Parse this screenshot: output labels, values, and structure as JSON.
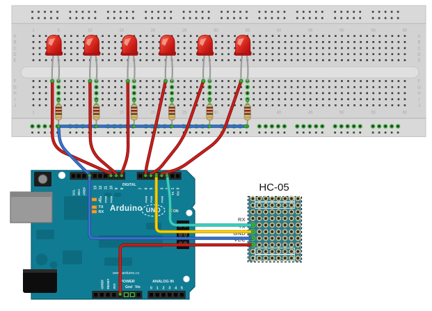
{
  "diagram": {
    "hc05_label": "HC-05"
  },
  "arduino": {
    "brand": "Arduino",
    "model": "UNO",
    "on_label": "ON",
    "digital_label": "DIGITAL",
    "website": "www.arduino.cc",
    "power_label": "POWER",
    "analog_label": "ANALOG IN",
    "status_led_labels": [
      "L",
      "TX",
      "RX"
    ],
    "aux_pins": [
      "SCL",
      "SDA",
      "AREF"
    ],
    "digital_pins_left": [
      "13",
      "12",
      "11",
      "10",
      "9",
      "8"
    ],
    "digital_pins_right": [
      "7",
      "6",
      "5",
      "4",
      "3",
      "2",
      "1",
      "0"
    ],
    "serial_labels": [
      "TX",
      "RX"
    ],
    "pwm_label": "PWM",
    "power_pins": [
      "IOREF",
      "RESET",
      "3V3",
      "5V"
    ],
    "power_pins2": [
      "Gnd",
      "Vin"
    ],
    "analog_pins": [
      "0",
      "1",
      "2",
      "3",
      "4",
      "5"
    ]
  },
  "breadboard": {
    "row_letters": [
      "A",
      "B",
      "C",
      "D",
      "E",
      "F",
      "G",
      "H",
      "I",
      "J"
    ],
    "column_labels": [
      "1",
      "5",
      "10",
      "15",
      "20",
      "25",
      "30",
      "35",
      "40",
      "45",
      "50",
      "55",
      "60"
    ]
  },
  "circuit": {
    "led_count": 6,
    "led_columns": [
      4,
      10,
      16,
      22,
      28,
      34
    ],
    "resistor_columns": [
      5,
      11,
      17,
      23,
      29,
      35
    ],
    "led_arduino_pins": [
      "10",
      "9",
      "8",
      "6",
      "5",
      "3"
    ],
    "hc05_connections": [
      {
        "label": "RX",
        "arduino_pin": "2",
        "wire_color": "#3fd0c1"
      },
      {
        "label": "TX",
        "arduino_pin": "4",
        "wire_color": "#fdd000"
      },
      {
        "label": "GND",
        "arduino_pin": "GND",
        "wire_color": "#3a72c9"
      },
      {
        "label": "VCC",
        "arduino_pin": "5V",
        "wire_color": "#c8201c"
      }
    ],
    "ground_rail_color": "#3a72c9",
    "led_wire_color": "#c8201c"
  },
  "colors": {
    "arduino_board": "#107c93",
    "breadboard": "#d9d9d9",
    "hc05_board": "#2e7b8d",
    "led_red": "#d42020",
    "wire_red": "#c8201c",
    "wire_blue": "#3a72c9",
    "wire_yellow": "#fdd000",
    "wire_cyan": "#3fd0c1",
    "connection_green": "#46c046"
  }
}
